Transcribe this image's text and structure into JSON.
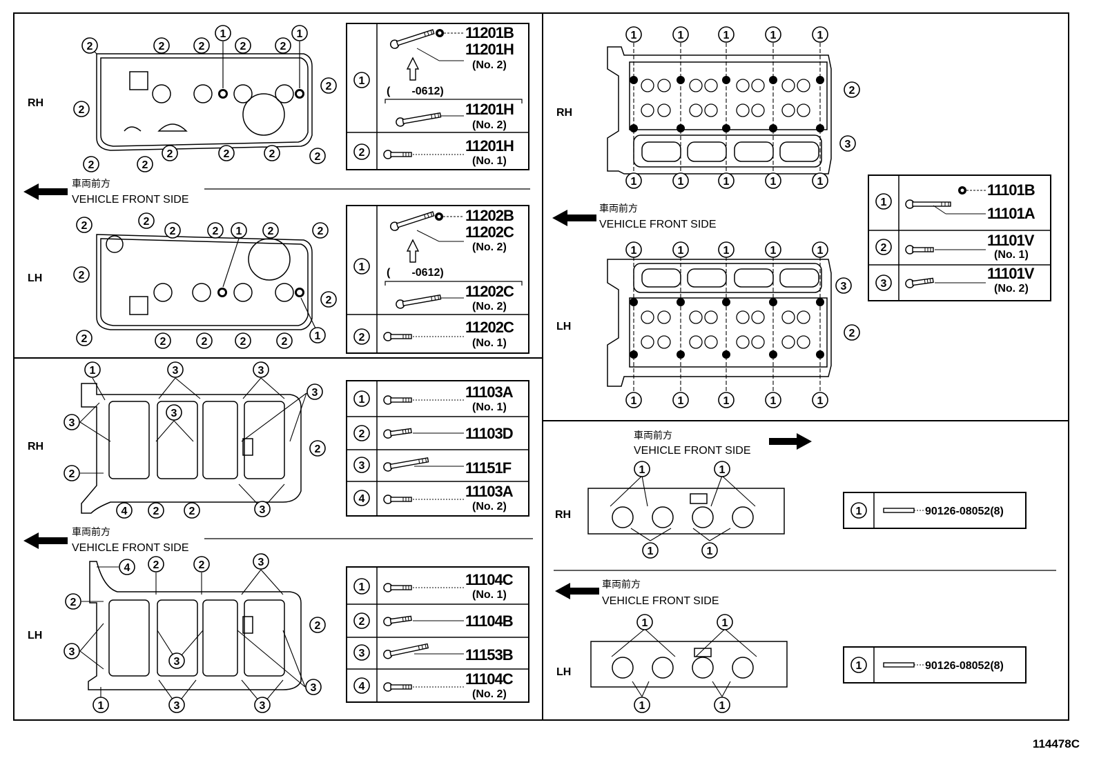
{
  "labels": {
    "rh": "RH",
    "lh": "LH",
    "front_jp": "車両前方",
    "front_en": "VEHICLE FRONT SIDE"
  },
  "markers": {
    "c1": "1",
    "c2": "2",
    "c3": "3",
    "c4": "4"
  },
  "cover_rh": {
    "r1_top": "11201B",
    "r1_main": "11201H",
    "r1_sub": "(No. 2)",
    "r1_date": "(       -0612)",
    "r1_alt": "11201H",
    "r1_alt_sub": "(No. 2)",
    "r2_main": "11201H",
    "r2_sub": "(No. 1)"
  },
  "cover_lh": {
    "r1_top": "11202B",
    "r1_main": "11202C",
    "r1_sub": "(No. 2)",
    "r1_date": "(       -0612)",
    "r1_alt": "11202C",
    "r1_alt_sub": "(No. 2)",
    "r2_main": "11202C",
    "r2_sub": "(No. 1)"
  },
  "carrier_rh": [
    {
      "pn": "11103A",
      "sub": "(No. 1)"
    },
    {
      "pn": "11103D",
      "sub": ""
    },
    {
      "pn": "11151F",
      "sub": ""
    },
    {
      "pn": "11103A",
      "sub": "(No. 2)"
    }
  ],
  "carrier_lh": [
    {
      "pn": "11104C",
      "sub": "(No. 1)"
    },
    {
      "pn": "11104B",
      "sub": ""
    },
    {
      "pn": "11153B",
      "sub": ""
    },
    {
      "pn": "11104C",
      "sub": "(No. 2)"
    }
  ],
  "head": {
    "r1_top": "11101B",
    "r1_main": "11101A",
    "r2_main": "11101V",
    "r2_sub": "(No. 1)",
    "r3_main": "11101V",
    "r3_sub": "(No. 2)"
  },
  "stud": {
    "pn": "90126-08052(8)"
  },
  "figure_id": "114478C"
}
